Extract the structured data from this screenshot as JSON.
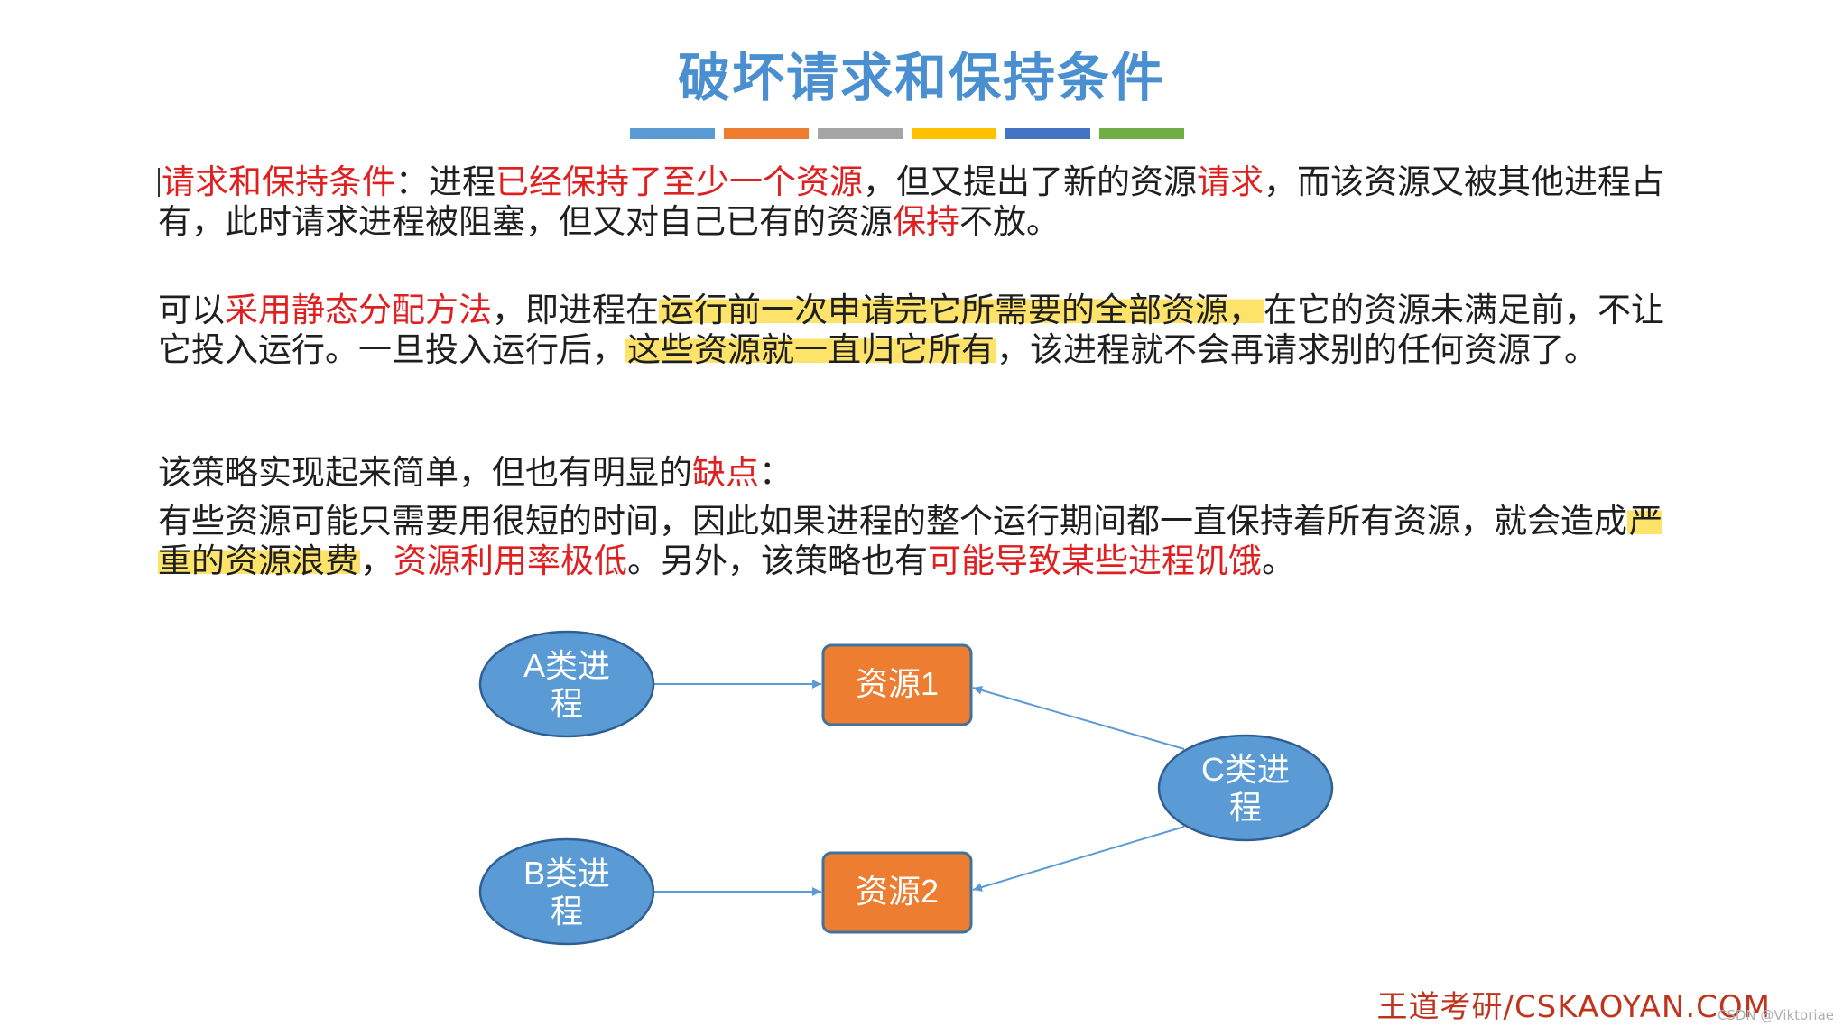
{
  "slide": {
    "title": "破坏请求和保持条件",
    "bar_colors": [
      "#5b9bd5",
      "#ed7d31",
      "#a5a5a5",
      "#ffc000",
      "#4472c4",
      "#70ad47"
    ]
  },
  "paragraph1": {
    "term": "请求和保持条件",
    "t1": "：进程",
    "r1": "已经保持了至少一个资源",
    "t2": "，但又提出了新的资源",
    "r2": "请求",
    "t3": "，而该资源又被其他进程占有，此时请求进程被阻塞，但又对自己已有的资源",
    "r3": "保持",
    "t4": "不放。"
  },
  "paragraph2": {
    "t1": "可以",
    "r1": "采用静态分配方法",
    "t2": "，即进程在",
    "h1": "运行前一次申请完它所需要的全部资源，",
    "t3": "在它的资源未满足前，不让它投入运行。一旦投入运行后，",
    "h2": "这些资源就一直归它所有",
    "t4": "，该进程就不会再请求别的任何资源了。"
  },
  "paragraph3": {
    "t1": "该策略实现起来简单，但也有明显的",
    "r1": "缺点",
    "t2": "："
  },
  "paragraph4": {
    "t1": "有些资源可能只需要用很短的时间，因此如果进程的整个运行期间都一直保持着所有资源，就会造成",
    "h1": "严重的资源浪费",
    "t2": "，",
    "r1": "资源利用率极低",
    "t3": "。另外，该策略也有",
    "r2": "可能导致某些进程饥饿",
    "t4": "。"
  },
  "diagram": {
    "process_a": [
      "A类进",
      "程"
    ],
    "process_b": [
      "B类进",
      "程"
    ],
    "process_c": [
      "C类进",
      "程"
    ],
    "resource1": "资源1",
    "resource2": "资源2",
    "colors": {
      "process_fill": "#5b9bd5",
      "process_stroke": "#2f5f93",
      "resource_fill": "#ed7d31",
      "resource_stroke": "#41719c",
      "arrow": "#5b9bd5"
    }
  },
  "footer": {
    "brand": "王道考研/CSKAOYAN.COM",
    "watermark": "CSDN @Viktoriae"
  }
}
